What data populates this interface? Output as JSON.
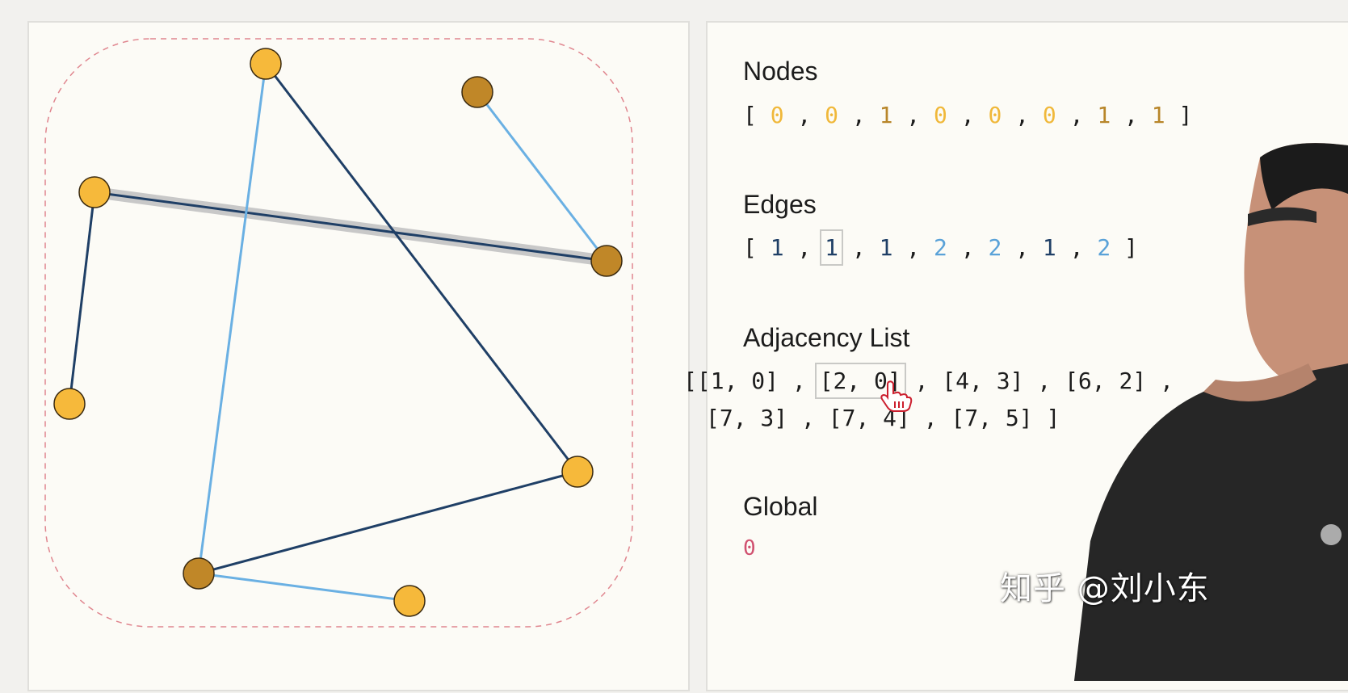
{
  "graph": {
    "nodes": [
      {
        "id": 0,
        "value": 0
      },
      {
        "id": 1,
        "value": 0
      },
      {
        "id": 2,
        "value": 1
      },
      {
        "id": 3,
        "value": 0
      },
      {
        "id": 4,
        "value": 0
      },
      {
        "id": 5,
        "value": 0
      },
      {
        "id": 6,
        "value": 1
      },
      {
        "id": 7,
        "value": 1
      }
    ],
    "edges": [
      {
        "source": 1,
        "target": 0,
        "value": 1
      },
      {
        "source": 2,
        "target": 0,
        "value": 1,
        "highlighted": true
      },
      {
        "source": 4,
        "target": 3,
        "value": 1
      },
      {
        "source": 6,
        "target": 2,
        "value": 2
      },
      {
        "source": 7,
        "target": 3,
        "value": 2
      },
      {
        "source": 7,
        "target": 4,
        "value": 1
      },
      {
        "source": 7,
        "target": 5,
        "value": 2
      }
    ],
    "colors": {
      "node_value_0": "#f6b93b",
      "node_value_1": "#c08728",
      "edge_value_1": "#1f3f66",
      "edge_value_2": "#6ab0e3",
      "highlight": "#c8c8c8",
      "boundary": "#e0868f"
    }
  },
  "sections": {
    "nodes_title": "Nodes",
    "edges_title": "Edges",
    "adjacency_title": "Adjacency List",
    "global_title": "Global"
  },
  "nodes_list": [
    {
      "text": "0",
      "kind": "node0"
    },
    {
      "text": "0",
      "kind": "node0"
    },
    {
      "text": "1",
      "kind": "node1"
    },
    {
      "text": "0",
      "kind": "node0"
    },
    {
      "text": "0",
      "kind": "node0"
    },
    {
      "text": "0",
      "kind": "node0"
    },
    {
      "text": "1",
      "kind": "node1"
    },
    {
      "text": "1",
      "kind": "node1"
    }
  ],
  "edges_list": [
    {
      "text": "1",
      "kind": "edge1"
    },
    {
      "text": "1",
      "kind": "edge1",
      "highlighted": true
    },
    {
      "text": "1",
      "kind": "edge1"
    },
    {
      "text": "2",
      "kind": "edge2"
    },
    {
      "text": "2",
      "kind": "edge2"
    },
    {
      "text": "1",
      "kind": "edge1"
    },
    {
      "text": "2",
      "kind": "edge2"
    }
  ],
  "adjacency_list": [
    {
      "text": "[1, 0]"
    },
    {
      "text": "[2, 0]",
      "highlighted": true
    },
    {
      "text": "[4, 3]"
    },
    {
      "text": "[6, 2]"
    },
    {
      "text": "[7, 3]"
    },
    {
      "text": "[7, 4]"
    },
    {
      "text": "[7, 5]"
    }
  ],
  "global_value": "0",
  "watermark": "知乎 @刘小东",
  "icons": {
    "cursor": "hand-pointer-icon"
  }
}
